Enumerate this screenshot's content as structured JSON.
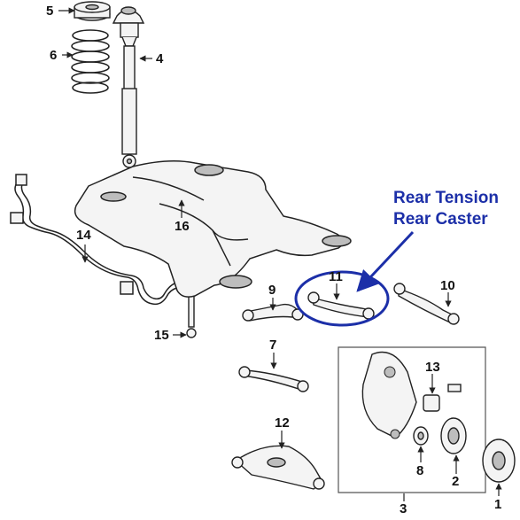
{
  "callouts": [
    {
      "id": "1",
      "label": "1"
    },
    {
      "id": "2",
      "label": "2"
    },
    {
      "id": "3",
      "label": "3"
    },
    {
      "id": "4",
      "label": "4"
    },
    {
      "id": "5",
      "label": "5"
    },
    {
      "id": "6",
      "label": "6"
    },
    {
      "id": "7",
      "label": "7"
    },
    {
      "id": "8",
      "label": "8"
    },
    {
      "id": "9",
      "label": "9"
    },
    {
      "id": "10",
      "label": "10"
    },
    {
      "id": "11",
      "label": "11"
    },
    {
      "id": "12",
      "label": "12"
    },
    {
      "id": "13",
      "label": "13"
    },
    {
      "id": "14",
      "label": "14"
    },
    {
      "id": "15",
      "label": "15"
    },
    {
      "id": "16",
      "label": "16"
    }
  ],
  "annotation": {
    "line1": "Rear Tension",
    "line2": "Rear Caster",
    "color": "#1c2fa8"
  },
  "colors": {
    "linework": "#222222",
    "part_fill": "#f4f4f4",
    "shade": "#bdbdbd"
  }
}
